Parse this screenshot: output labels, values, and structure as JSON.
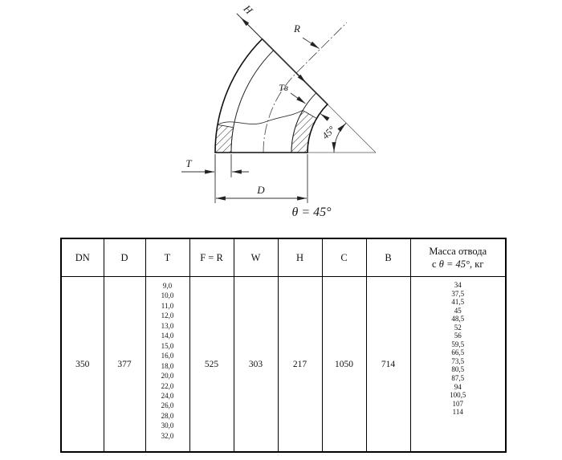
{
  "drawing": {
    "dim_h": "H",
    "dim_r": "R",
    "dim_tv": "Tв",
    "dim_t": "T",
    "dim_d": "D",
    "angle_label": "45°",
    "theta_label": "θ = 45°"
  },
  "table": {
    "headers": {
      "dn": "DN",
      "d": "D",
      "t": "T",
      "fr": "F = R",
      "w": "W",
      "h": "H",
      "c": "C",
      "b": "B",
      "mass_line1": "Масса отвода",
      "mass_line2_prefix": "с ",
      "mass_line2_italic": "θ = 45°",
      "mass_line2_suffix": ", кг"
    },
    "row": {
      "dn": "350",
      "d": "377",
      "t_values": [
        "9,0",
        "10,0",
        "11,0",
        "12,0",
        "13,0",
        "14,0",
        "15,0",
        "16,0",
        "18,0",
        "20,0",
        "22,0",
        "24,0",
        "26,0",
        "28,0",
        "30,0",
        "32,0"
      ],
      "fr": "525",
      "w": "303",
      "h": "217",
      "c": "1050",
      "b": "714",
      "mass_values": [
        "34",
        "37,5",
        "41,5",
        "45",
        "48,5",
        "52",
        "56",
        "59,5",
        "66,5",
        "73,5",
        "80,5",
        "87,5",
        "94",
        "100,5",
        "107",
        "114"
      ]
    }
  }
}
